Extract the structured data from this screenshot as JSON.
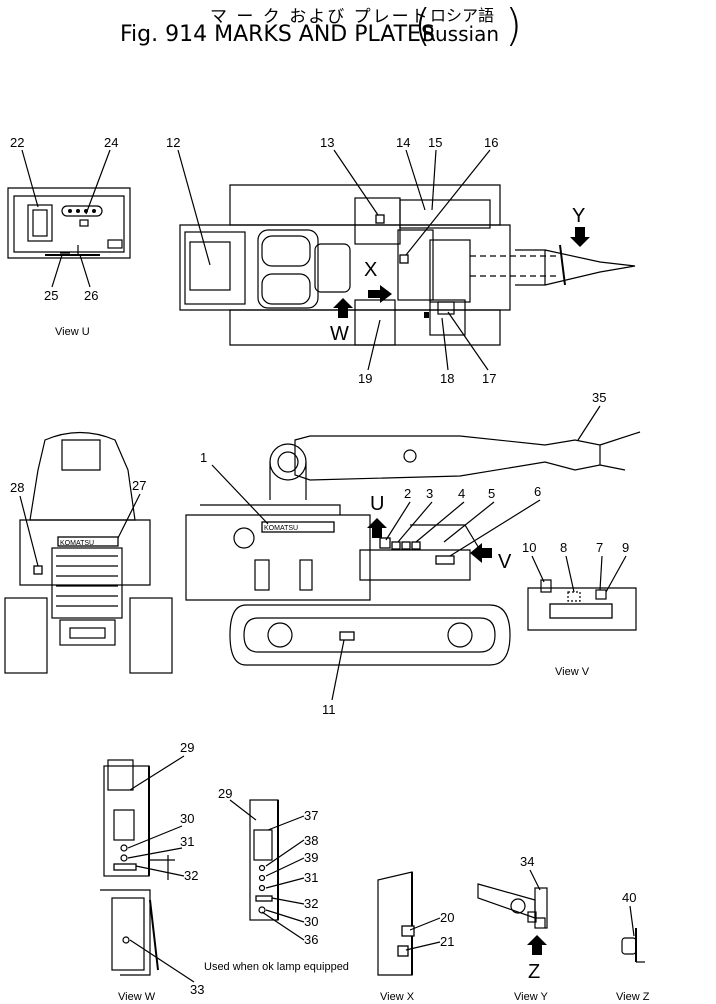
{
  "title": {
    "japanese": "マ ー ク  および プレート",
    "english": "Fig. 914 MARKS AND PLATES",
    "russian_jp": "ロシア語",
    "russian_en": "Russian"
  },
  "callouts": {
    "c1": "1",
    "c2": "2",
    "c3": "3",
    "c4": "4",
    "c5": "5",
    "c6": "6",
    "c7": "7",
    "c8": "8",
    "c9": "9",
    "c10": "10",
    "c11": "11",
    "c12": "12",
    "c13": "13",
    "c14": "14",
    "c15": "15",
    "c16": "16",
    "c17": "17",
    "c18": "18",
    "c19": "19",
    "c20": "20",
    "c21": "21",
    "c22": "22",
    "c24": "24",
    "c25": "25",
    "c26": "26",
    "c27": "27",
    "c28": "28",
    "c29a": "29",
    "c29b": "29",
    "c30a": "30",
    "c30b": "30",
    "c31a": "31",
    "c31b": "31",
    "c32a": "32",
    "c32b": "32",
    "c33": "33",
    "c34": "34",
    "c35": "35",
    "c36": "36",
    "c37": "37",
    "c38": "38",
    "c39": "39",
    "c40": "40"
  },
  "view_letters": {
    "X": "X",
    "Y": "Y",
    "U": "U",
    "V": "V",
    "W": "W",
    "Z": "Z"
  },
  "captions": {
    "view_u": "View U",
    "view_v": "View V",
    "view_w": "View W",
    "view_x": "View X",
    "view_y": "View Y",
    "view_z": "View Z",
    "note": "Used when ok lamp equipped"
  },
  "plate_text": {
    "komatsu_side": "KOMATSU",
    "komatsu_front": "KOMATSU"
  }
}
